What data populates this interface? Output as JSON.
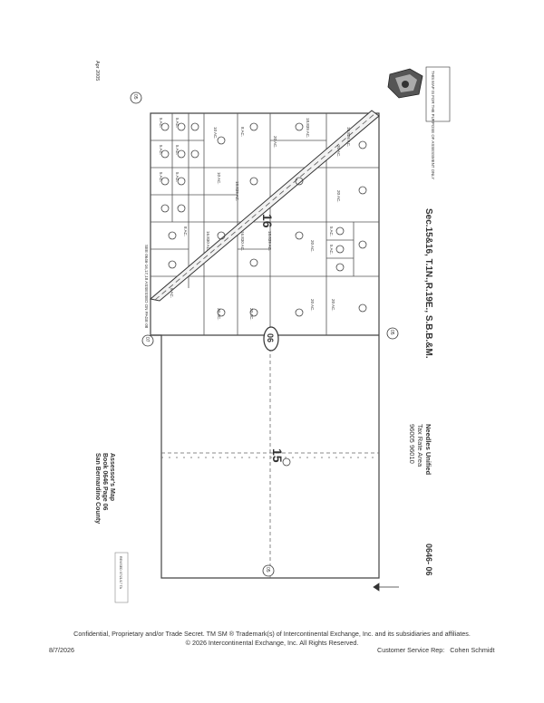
{
  "map": {
    "heading": "Sec.15&16, T.1N.,R.19E., S.B.B.&M.",
    "district": "Needles Unified",
    "tax_rate_area": "Tax Rate Area",
    "tax_codes": "96005 96010",
    "book_page_code": "0646- 06",
    "assessor_map": "Assessor's Map",
    "book_page": "Book 0646 Page 06",
    "county": "San Bernardino County",
    "disclaimer": "THIS MAP IS FOR THE PURPOSE OF ASSESSMENT ONLY",
    "date_code": "Apr 2005",
    "stamp": "REVISED 07/21/17 TA",
    "section_15": "15",
    "section_16": "16",
    "parcel_block": "06",
    "corner_label": "05",
    "corner_label_left": "07",
    "road_label": "SEE 0646-16,17,18 ASSESSED ON PAGE 08",
    "lot_labels": [
      "20 AC.",
      "10 AC.",
      "5 AC.",
      "16.826 AC.",
      "18.839 AC.",
      "16.830 AC.",
      "8 AC."
    ]
  },
  "footer": {
    "legal": "Confidential, Proprietary and/or Trade Secret.  TM SM ® Trademark(s) of Intercontinental Exchange, Inc. and its subsidiaries and affiliates.",
    "copyright": "© 2026 Intercontinental Exchange, Inc. All Rights Reserved.",
    "date": "8/7/2026",
    "rep_label": "Customer Service Rep:",
    "rep_name": "Cohen Schmidt"
  }
}
